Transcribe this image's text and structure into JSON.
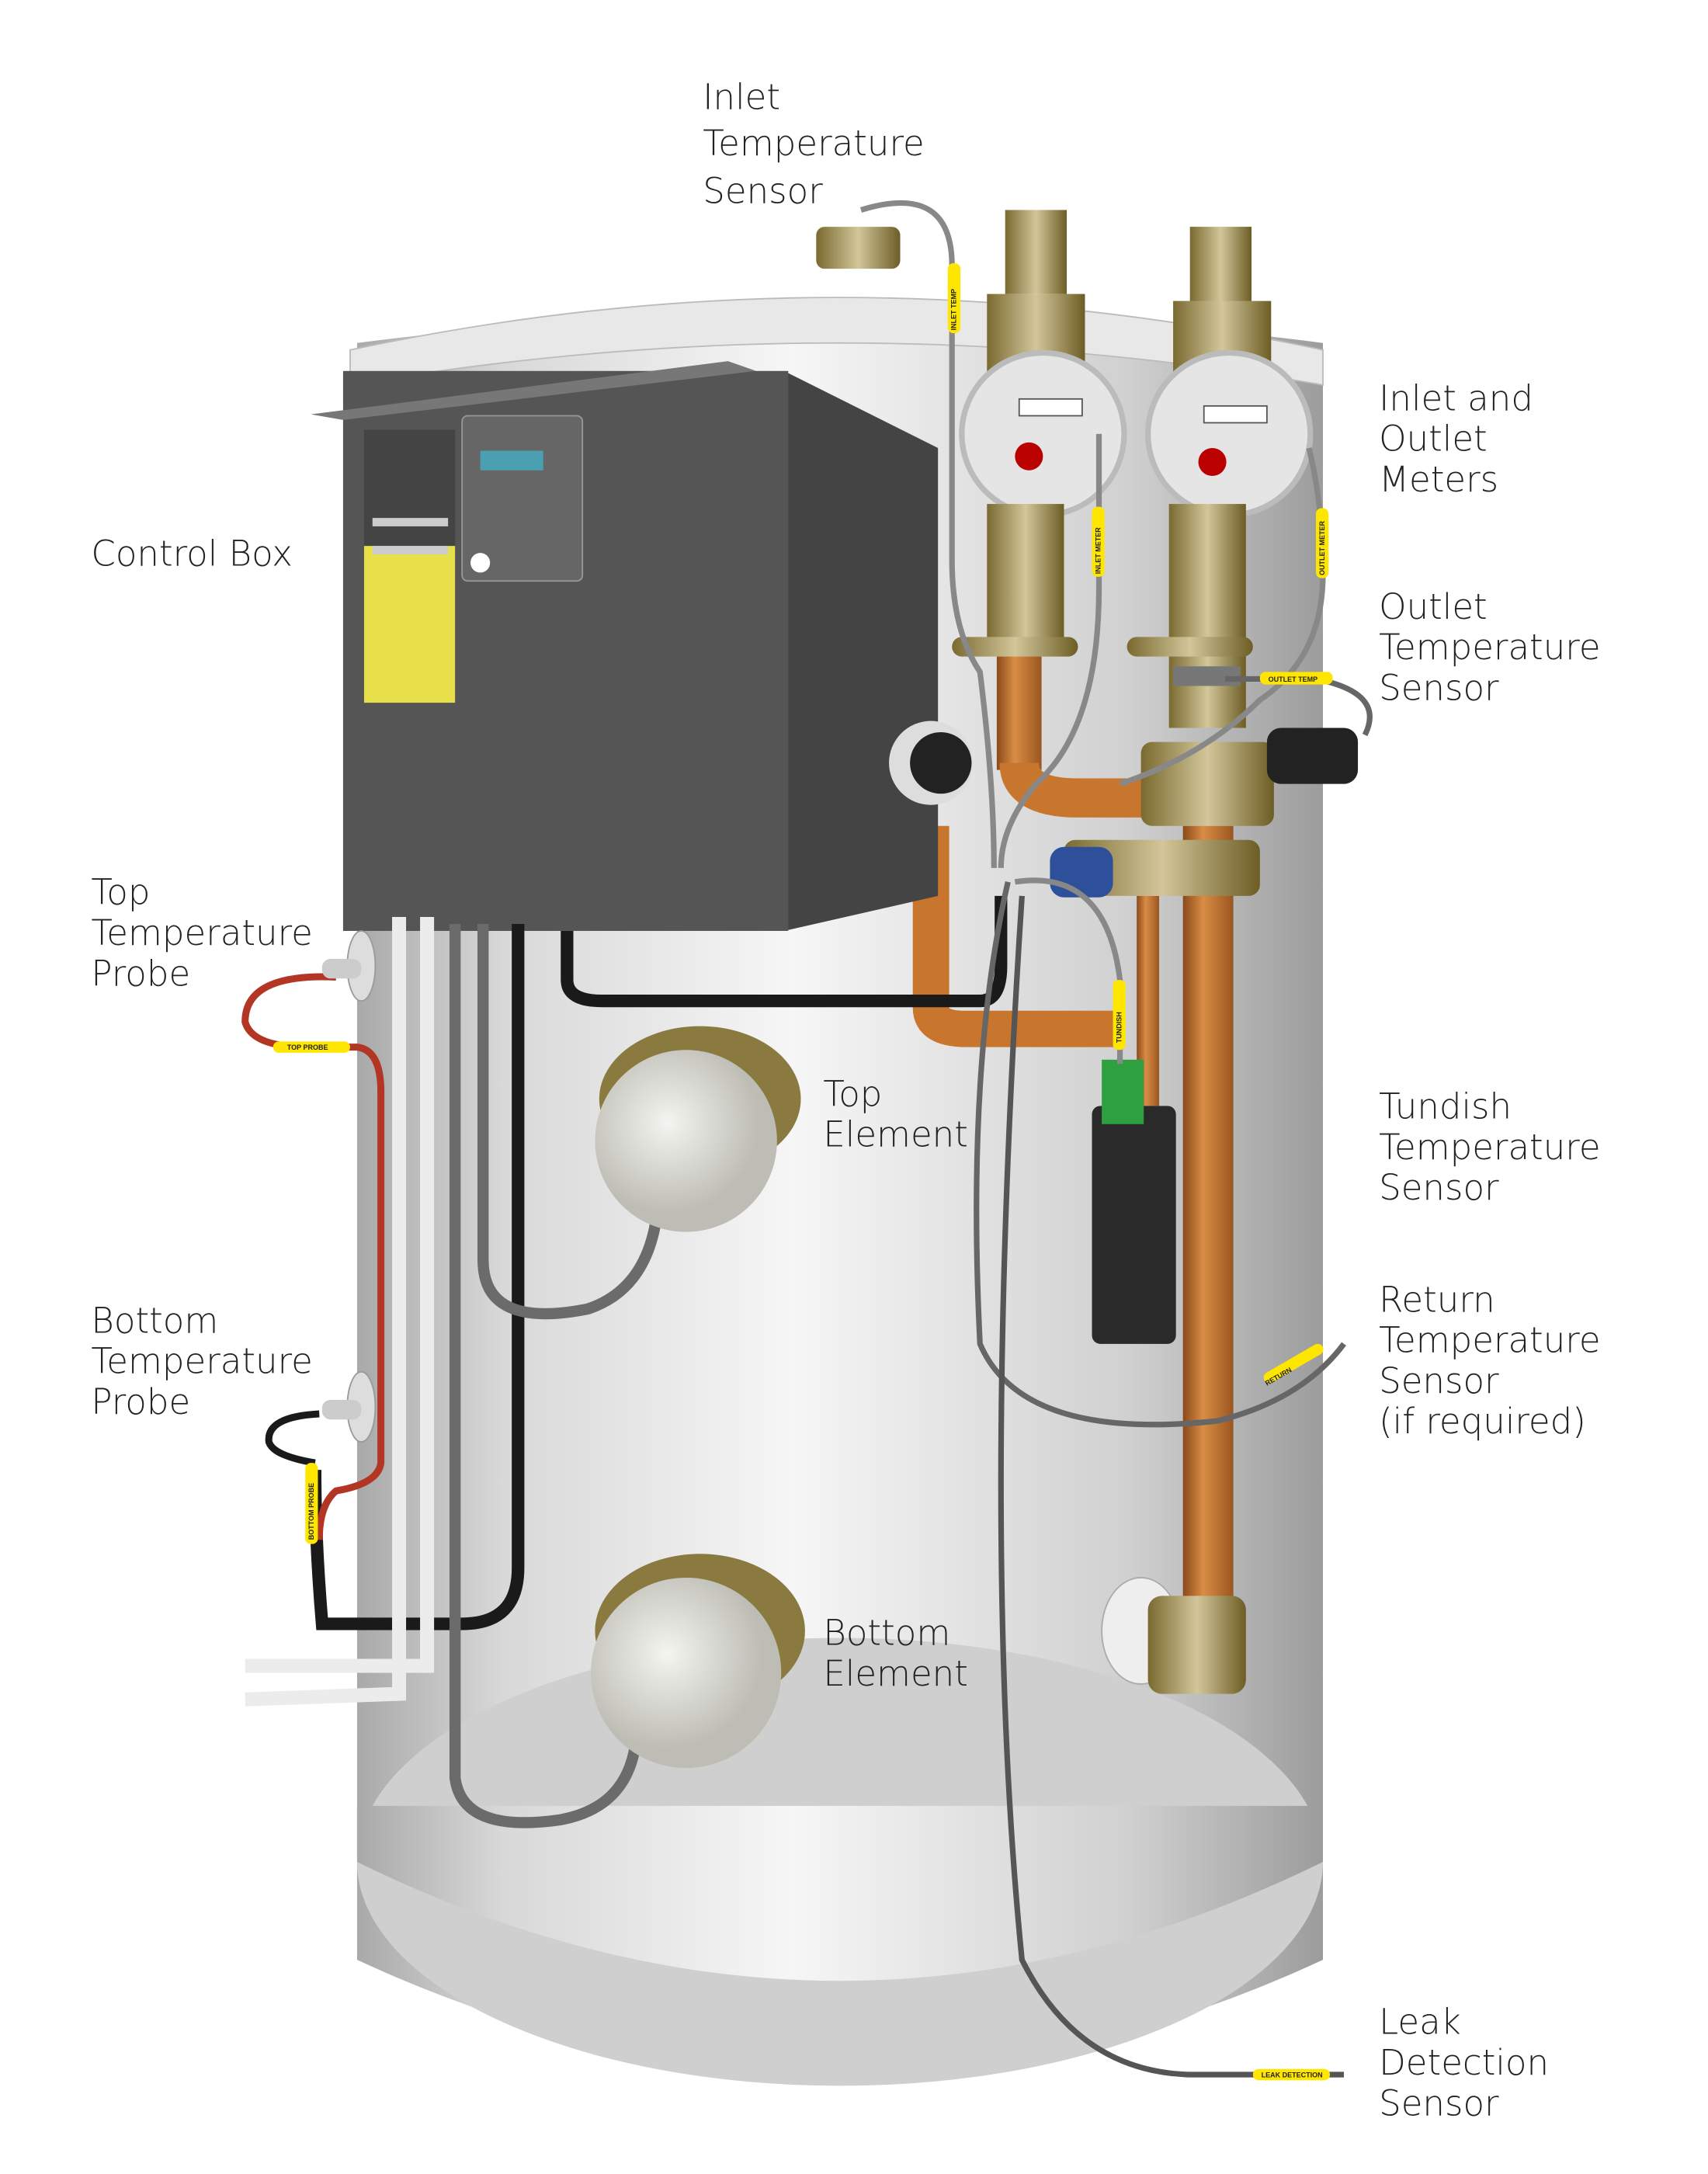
{
  "labels": {
    "inlet_temp_sensor": [
      "Inlet",
      "Temperature",
      "Sensor"
    ],
    "inlet_outlet_meters": [
      "Inlet and",
      "Outlet",
      "Meters"
    ],
    "control_box": [
      "Control Box"
    ],
    "outlet_temp_sensor": [
      "Outlet",
      "Temperature",
      "Sensor"
    ],
    "top_temp_probe": [
      "Top",
      "Temperature",
      "Probe"
    ],
    "top_element": [
      "Top",
      "Element"
    ],
    "tundish_temp_sensor": [
      "Tundish",
      "Temperature",
      "Sensor"
    ],
    "bottom_temp_probe": [
      "Bottom",
      "Temperature",
      "Probe"
    ],
    "return_temp_sensor": [
      "Return",
      "Temperature",
      "Sensor",
      "(if required)"
    ],
    "bottom_element": [
      "Bottom",
      "Element"
    ],
    "leak_detection_sensor": [
      "Leak",
      "Detection",
      "Sensor"
    ]
  },
  "tags": {
    "inlet_temp": "INLET TEMP",
    "inlet_meter": "INLET METER",
    "outlet_meter": "OUTLET METER",
    "outlet_temp": "OUTLET TEMP",
    "top_probe": "TOP PROBE",
    "bottom_probe": "BOTTOM PROBE",
    "tundish": "TUNDISH",
    "return": "RETURN",
    "leak_detection": "LEAK DETECTION"
  },
  "colors": {
    "tag": "#ffe600",
    "copper": "#c8762e",
    "brass": "#a89a5e",
    "cylinder": "#e2e2e2",
    "control_box": "#555555",
    "probe_cable": "#b33625"
  }
}
